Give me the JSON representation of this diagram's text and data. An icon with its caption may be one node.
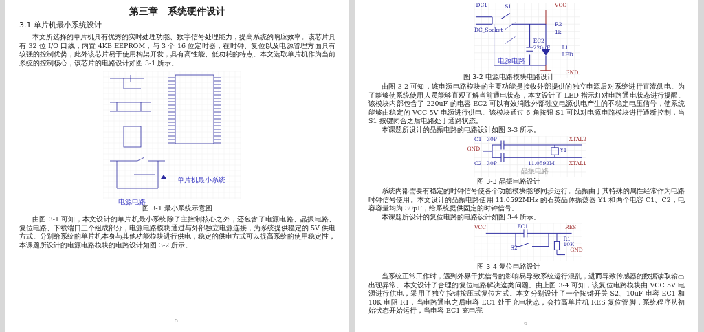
{
  "diagram": {
    "title": "第三章　系统硬件设计",
    "labels": [
      "3.1 单片机最小系统设计",
      "本文所选择的单片机具有优秀的实时处理功能、数字信号处理能力，提高系统的响应效率。该芯片具有 32 位 I/O 口线，内置 4KB EEPROM，与 3 个 16 位定时器，在时钟、复位以及电源管理方面具有较强的控制优势，此外该芯片易于使用构架开发，具有高性能、低功耗的特点。本文选取单片机作为当前系统的控制核心，该芯片的电路设计如图 3-1 所示。",
      "单片机最小系统",
      "电源电路",
      "图 3-1 最小系统示意图",
      "由图 3-1 可知，本文设计的单片机最小系统除了主控制核心之外，还包含了电源电路、晶振电路、复位电路、下载端口三个组成部分，电源电路模块通过与外部独立电源连接，为系统提供稳定的 5V 供电方式。分别给系统的单片机本身与其他功能模块进行供电，稳定的供电方式可以提高系统的使用稳定性，本课题所设计的电源电路模块的电路设计如图 3-2 所示。",
      "5",
      "DC1",
      "S1",
      "VCC",
      "DC_Socket",
      "R2",
      "1k",
      "EC2",
      "220uF",
      "L1",
      "LED",
      "GND",
      "电源电路",
      "图 3-2 电源电路模块电路设计",
      "由图 3-2 可知，该电源电路模块的主要功能是接收外部提供的独立电源后对系统进行直流供电。为了能够使系统使用人员能够直观了解当前通电状态，本文设计了 LED 指示灯对电路通电状态进行提醒。该模块内部包含了 220uF 的电容 EC2 可以有效消除外部独立电源供电产生的不稳定电压信号，使系统能够由稳定的 VCC 5V 电源进行供电。该模块通过 6 角按钮 S1 可以对电源电路模块进行通断控制，当 S1 按键闭合之后电路处于通路状态。",
      "本课题所设计的晶振电路的电路设计如图 3-3 所示。",
      "C1",
      "30P",
      "XTAL2",
      "GND",
      "C2",
      "30P",
      "Y1",
      "11.0592M",
      "XTAL1",
      "晶振电路",
      "图 3-3 晶振电路设计",
      "系统内部需要有稳定的时钟信号使各个功能模块能够同步运行。晶振由于其特殊的属性经常作为电路时钟信号使用。本文设计的晶振电路使用 11.0592MHz 的石英晶体振荡器 Y1 和两个电容 C1、C2，电容容量均为 30pF，给系统提供固定的时钟信号。",
      "本课题所设计的复位电路的电路设计如图 3-4 所示。",
      "VCC",
      "EC1",
      "RES",
      "S2",
      "R1",
      "10K",
      "GND",
      "图 3-4 复位电路设计",
      "当系统正常工作时，遇到外界干扰信号的影响易导致系统运行混乱，进而导致传感器的数据读取输出出现异常。本文设计了合理的复位电路解决这类问题。由上图 3-4 可知，该复位电路模块由 VCC 5V 电源进行供电，采用了独立按键按压式复位方式。本文分别设计了一个按键开关 S2、10uF 电容 EC1 和 10K 电阻 R1，当电路通电之后电容 EC1 处于充电状态，会拉高单片机 RES 复位管脚，系统程序从初始状态开始运行，当电容 EC1 充电完",
      "6"
    ]
  }
}
